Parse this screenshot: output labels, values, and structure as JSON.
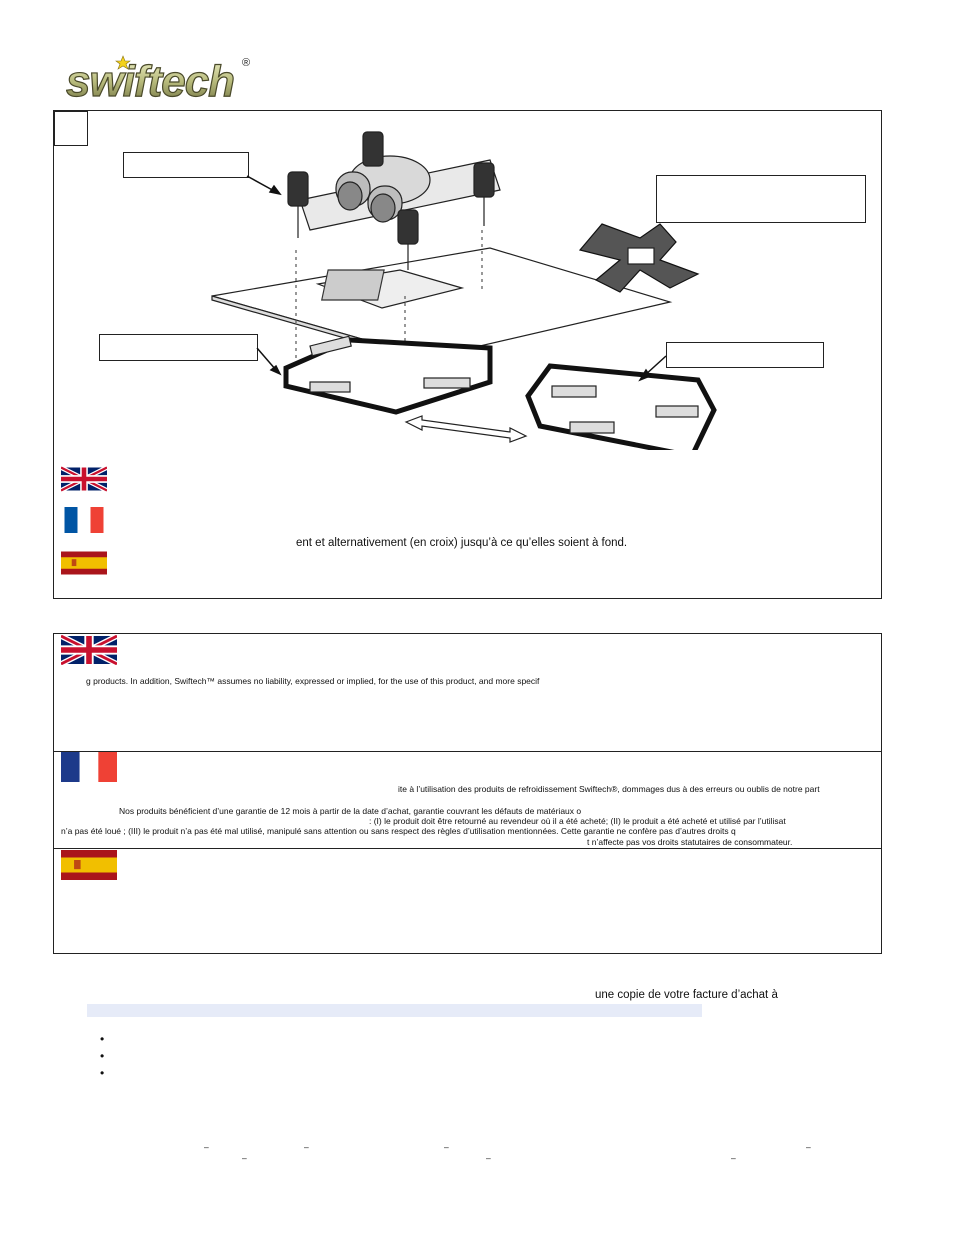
{
  "brand": {
    "name": "swiftech",
    "registered_mark": "®"
  },
  "install_panel": {
    "step_label": "",
    "callouts": [
      "",
      "",
      "",
      ""
    ],
    "instructions": {
      "en": "",
      "fr": "ent et alternativement (en croix) jusqu’à ce qu’elles soient à fond.",
      "es": ""
    }
  },
  "warranty_panel": {
    "en_line": "g products.   In addition, Swiftech™ assumes no liability, expressed or implied, for the use of this product, and more specif",
    "fr_lines": [
      "ite à l’utilisation des produits de refroidissement Swiftech®, dommages dus à des erreurs ou oublis de notre part",
      "Nos produits bénéficient d’une garantie de 12 mois   à partir de la date d’achat, garantie couvrant les défauts de matériaux o",
      ": (I) le produit doit être retourné au revendeur où il a été acheté; (II)  le produit a été acheté  et utilisé par l’utilisat",
      "n’a pas été loué ; (III) le produit n’a pas été mal utilisé,   manipulé sans attention ou sans respect des règles d’utilisation mentionnées. Cette garantie ne confère pas d’autres droits q",
      "t n’affecte pas vos droits  statutaires de consommateur."
    ]
  },
  "footer": {
    "invoice_text": "une copie de votre facture d’achat à",
    "bullets": [
      "",
      "",
      ""
    ],
    "bottom_marks": "–"
  }
}
